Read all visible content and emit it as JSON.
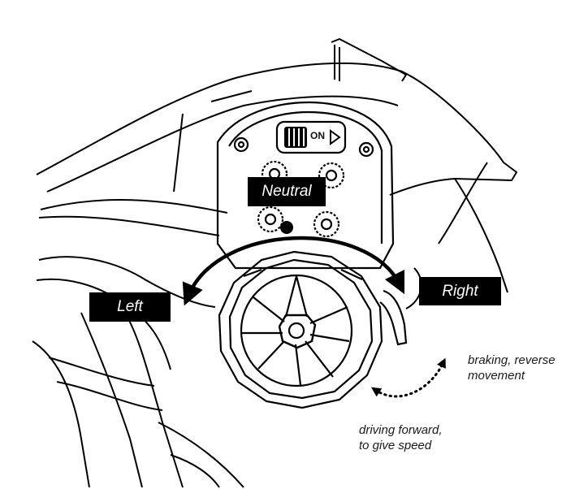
{
  "switch": {
    "label": "ON"
  },
  "labels": {
    "neutral": "Neutral",
    "left": "Left",
    "right": "Right"
  },
  "throttle": {
    "braking": [
      "braking, reverse",
      "movement"
    ],
    "forward": [
      "driving forward,",
      "to give speed"
    ]
  },
  "colors": {
    "line": "#000000",
    "tag_bg": "#000000",
    "tag_text": "#ffffff",
    "background": "#ffffff"
  }
}
